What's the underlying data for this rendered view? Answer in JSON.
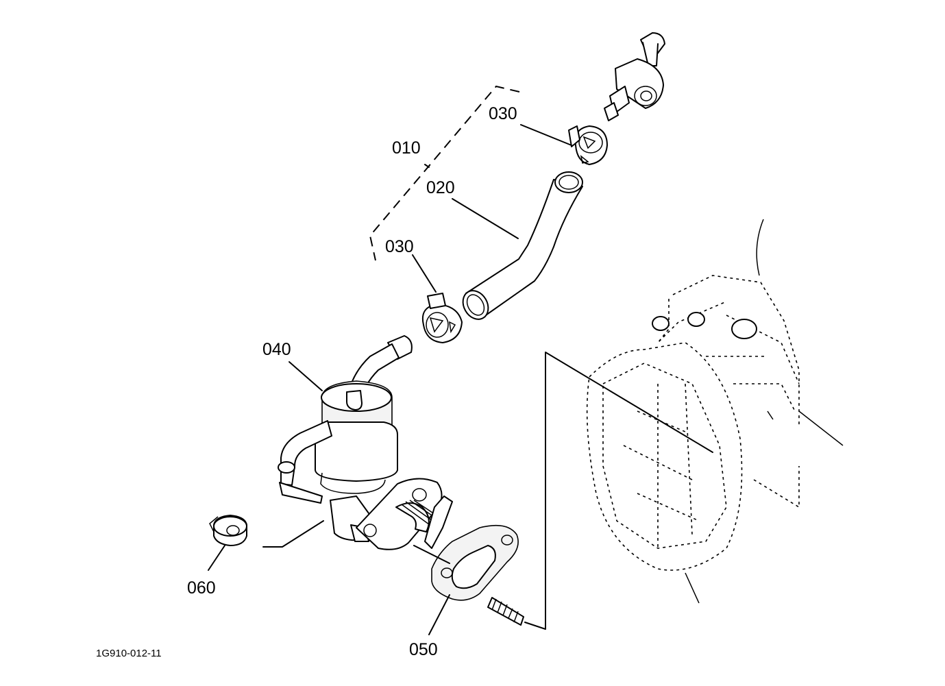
{
  "labels": {
    "p010": "010",
    "p020": "020",
    "p030_upper": "030",
    "p030_lower": "030",
    "p040": "040",
    "p050": "050",
    "p060": "060"
  },
  "drawing_code": "1G910-012-11"
}
